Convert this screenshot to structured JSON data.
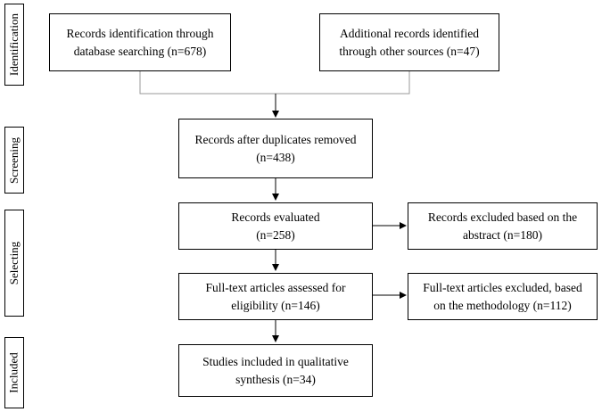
{
  "stages": {
    "identification": "Identification",
    "screening": "Screening",
    "selecting": "Selecting",
    "included": "Included"
  },
  "boxes": {
    "database_search": {
      "line1": "Records identification through",
      "line2": "database searching (n=678)"
    },
    "other_sources": {
      "line1": "Additional records identified",
      "line2": "through other sources  (n=47)"
    },
    "duplicates_removed": {
      "line1": "Records after duplicates removed",
      "line2": "(n=438)"
    },
    "records_evaluated": {
      "line1": "Records evaluated",
      "line2": "(n=258)"
    },
    "excluded_abstract": {
      "line1": "Records excluded based on the",
      "line2": "abstract  (n=180)"
    },
    "fulltext_assessed": {
      "line1": "Full-text articles assessed for",
      "line2": "eligibility   (n=146)"
    },
    "fulltext_excluded": {
      "line1": "Full-text articles excluded, based",
      "line2": "on the methodology  (n=112)"
    },
    "included_studies": {
      "line1": "Studies included in qualitative",
      "line2": "synthesis  (n=34)"
    }
  }
}
